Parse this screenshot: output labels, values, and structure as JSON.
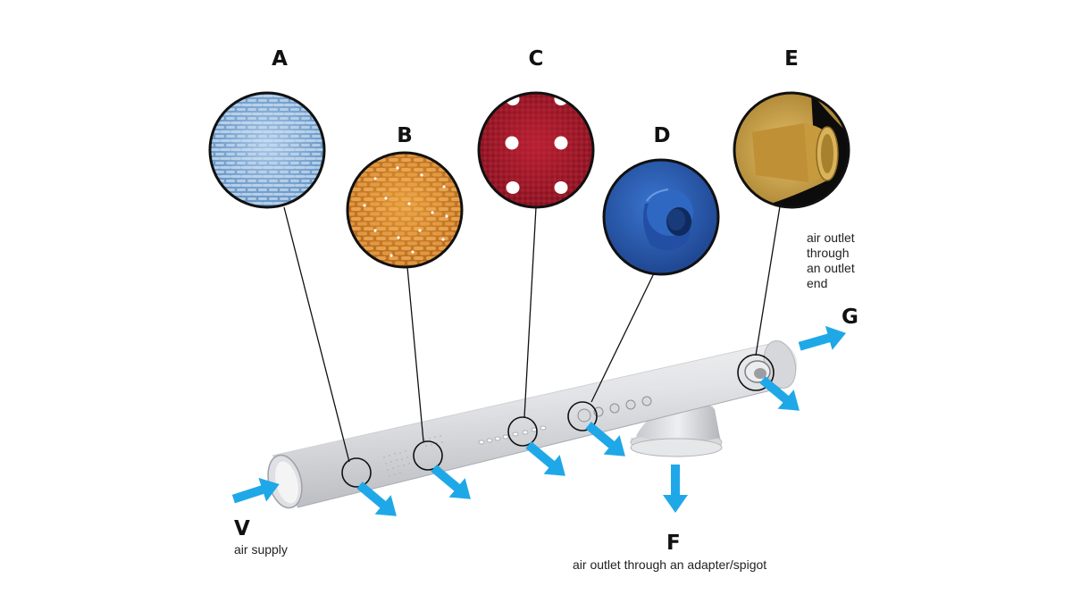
{
  "callouts": [
    {
      "letter": "A"
    },
    {
      "letter": "B"
    },
    {
      "letter": "C"
    },
    {
      "letter": "D"
    },
    {
      "letter": "E"
    }
  ],
  "outlets": {
    "V": {
      "letter": "V",
      "caption": "air supply"
    },
    "F": {
      "letter": "F",
      "caption": "air outlet through an adapter/spigot"
    },
    "G": {
      "letter": "G",
      "caption_lines": [
        "air outlet",
        "through",
        "an outlet",
        "end"
      ]
    }
  },
  "colors": {
    "arrow": "#1fa8e8",
    "duct": "#e9eaec",
    "fabric_A": "#8fb4d8",
    "fabric_B": "#d4892c",
    "fabric_C": "#a81a2a",
    "fabric_D": "#2c5fb8",
    "fabric_E": "#c9a24a"
  }
}
